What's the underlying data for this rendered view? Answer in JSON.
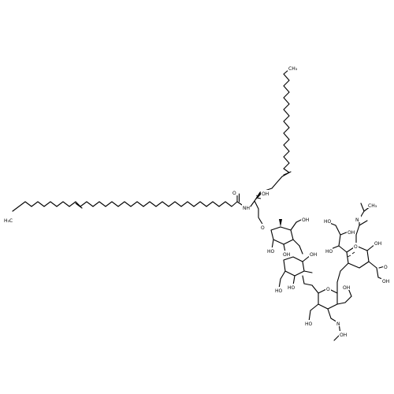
{
  "labels": {
    "ch3": "CH₃",
    "oh": "OH",
    "o": "O",
    "ho": "HO",
    "nh": "NH",
    "n": "N",
    "h3c": "H₃C"
  },
  "colors": {
    "bond": "#000000",
    "background": "#ffffff"
  }
}
